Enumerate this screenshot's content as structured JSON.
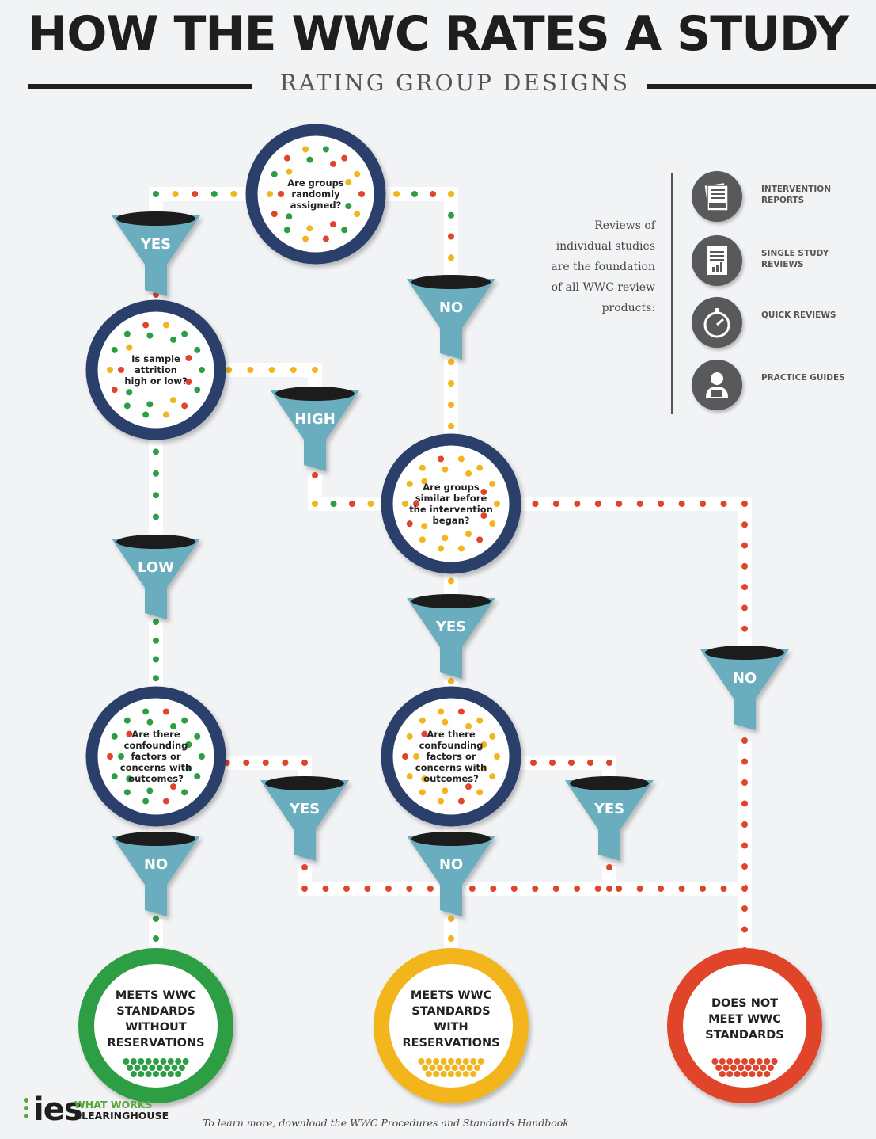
{
  "title": "HOW THE WWC RATES A STUDY",
  "subtitle": "RATING GROUP DESIGNS",
  "questions": {
    "randomly_assigned": [
      "Are groups",
      "randomly",
      "assigned?"
    ],
    "attrition": [
      "Is sample",
      "attrition",
      "high or low?"
    ],
    "similar_before": [
      "Are groups",
      "similar before",
      "the intervention",
      "began?"
    ],
    "confounding_left": [
      "Are there",
      "confounding",
      "factors or",
      "concerns with",
      "outcomes?"
    ],
    "confounding_right": [
      "Are there",
      "confounding",
      "factors or",
      "concerns with",
      "outcomes?"
    ]
  },
  "funnels": {
    "random_yes": "YES",
    "random_no": "NO",
    "attrition_high": "HIGH",
    "attrition_low": "LOW",
    "similar_yes": "YES",
    "similar_no": "NO",
    "conf_left_no": "NO",
    "conf_left_yes": "YES",
    "conf_right_no": "NO",
    "conf_right_yes": "YES"
  },
  "outcomes": {
    "without_reservations": [
      "MEETS WWC",
      "STANDARDS",
      "WITHOUT",
      "RESERVATIONS"
    ],
    "with_reservations": [
      "MEETS WWC",
      "STANDARDS",
      "WITH",
      "RESERVATIONS"
    ],
    "does_not_meet": [
      "DOES NOT",
      "MEET WWC",
      "STANDARDS"
    ]
  },
  "side_note": "Reviews of individual studies are the foundation of all WWC review products:",
  "products": [
    {
      "icon": "intervention-reports-icon",
      "label": "INTERVENTION REPORTS"
    },
    {
      "icon": "single-study-reviews-icon",
      "label": "SINGLE STUDY REVIEWS"
    },
    {
      "icon": "quick-reviews-icon",
      "label": "QUICK REVIEWS"
    },
    {
      "icon": "practice-guides-icon",
      "label": "PRACTICE GUIDES"
    }
  ],
  "footer": {
    "logo_ies": "ies",
    "logo_what_works": "WHAT WORKS",
    "logo_clearinghouse": "CLEARINGHOUSE",
    "note": "To learn more, download the WWC Procedures and Standards Handbook"
  },
  "colors": {
    "navy": "#2b3f6b",
    "funnel": "#6aadbf",
    "green": "#2e9e45",
    "yellow": "#f2b51d",
    "red": "#e0442b",
    "dark": "#1e1e1e"
  }
}
